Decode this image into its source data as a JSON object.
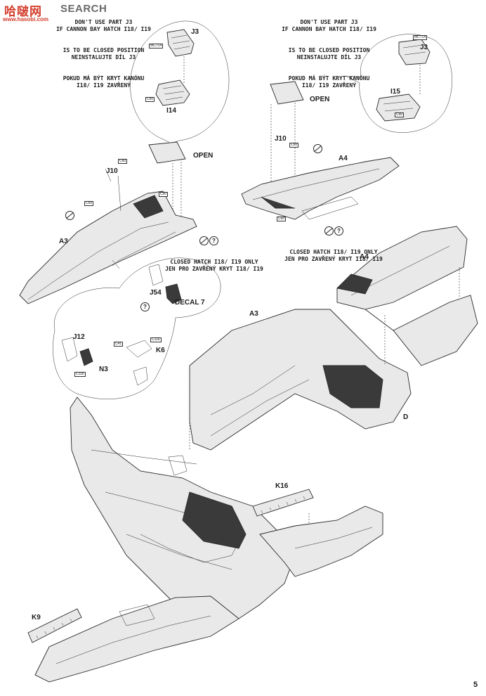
{
  "watermark": {
    "logo": "哈啵网",
    "word": "SEARCH",
    "url": "www.hasobi.com"
  },
  "notes": {
    "left_warning": [
      "DON'T USE PART J3",
      "IF CANNON BAY HATCH I18/ I19",
      "IS TO BE CLOSED POSITION",
      "NEINSTALUJTE DÍL J3",
      "POKUD MÁ BÝT KRYT KANÓNU",
      "I18/ I19 ZAVŘENÝ"
    ],
    "right_warning": [
      "DON'T USE PART J3",
      "IF CANNON BAY HATCH I18/ I19",
      "IS TO BE CLOSED POSITION",
      "NEINSTALUJTE DÍL J3",
      "POKUD MÁ BÝT KRYT KANÓNU",
      "I18/ I19 ZAVŘENÝ"
    ],
    "left_closed": [
      "CLOSED HATCH I18/ I19 ONLY",
      "JEN PRO ZAVŘENÝ KRYT I18/ I19"
    ],
    "right_closed": [
      "CLOSED HATCH I18/ I19 ONLY",
      "JEN PRO ZAVŘENÝ KRYT I18/ I19"
    ]
  },
  "labels": {
    "j3_left": "J3",
    "i14": "I14",
    "open_left": "OPEN",
    "j10_left": "J10",
    "a3_top": "A3",
    "j3_right": "J3",
    "i15": "I15",
    "open_right": "OPEN",
    "j10_right": "J10",
    "a4_top": "A4",
    "j54": "J54",
    "decal7": "DECAL 7",
    "j12": "J12",
    "n3": "N3",
    "k6": "K6",
    "a4_mid": "A4",
    "a3_mid": "A3",
    "d": "D",
    "k16": "K16",
    "k9": "K9"
  },
  "tags": {
    "mc714_left": "MC714",
    "c60_i14": "C60",
    "c60_a": "C60",
    "c60_b": "C60",
    "c60_c": "C60",
    "mc714_right": "MC714",
    "c60_i15": "C60",
    "c60_d": "C60",
    "c60_e": "C60",
    "c116_a": "C116",
    "c41": "C41",
    "c116_b": "C116"
  },
  "page_number": "5"
}
